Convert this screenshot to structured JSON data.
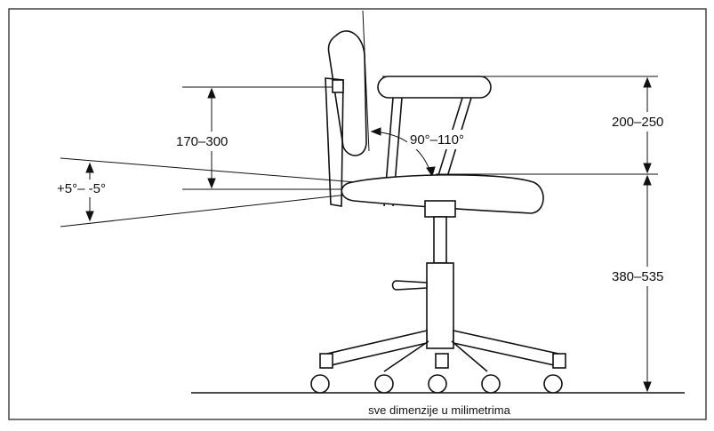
{
  "diagram": {
    "dimensions": {
      "backrest_height": "170–300",
      "backrest_angle": "90°–110°",
      "armrest_height": "200–250",
      "seat_height": "380–535",
      "seat_tilt": "+5°– -5°"
    },
    "caption": "sve dimenzije u milimetrima",
    "colors": {
      "line": "#111111",
      "border": "#444444",
      "background": "#ffffff"
    }
  }
}
